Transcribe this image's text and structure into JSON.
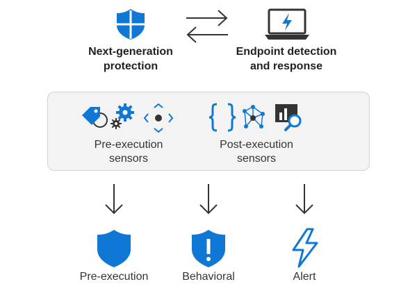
{
  "top": {
    "left_label": [
      "Next-generation",
      "protection"
    ],
    "right_label": [
      "Endpoint detection",
      "and response"
    ],
    "left_icon": "shield-windows-icon",
    "right_icon": "laptop-lightning-icon",
    "exchange_icon": "bidirectional-arrows-icon"
  },
  "panel": {
    "pre_label": [
      "Pre-execution",
      "sensors"
    ],
    "post_label": [
      "Post-execution",
      "sensors"
    ],
    "pre_icons": [
      "tag-icon",
      "gears-icon",
      "directional-pad-icon"
    ],
    "post_icons": [
      "braces-icon",
      "network-nodes-icon",
      "chart-search-icon"
    ]
  },
  "bottom": {
    "items": [
      {
        "label": "Pre-execution",
        "icon": "shield-icon"
      },
      {
        "label": "Behavioral",
        "icon": "shield-exclamation-icon"
      },
      {
        "label": "Alert",
        "icon": "lightning-icon"
      }
    ]
  },
  "colors": {
    "accent": "#0f78d4",
    "line": "#333333",
    "panel_bg": "#f3f3f3"
  }
}
